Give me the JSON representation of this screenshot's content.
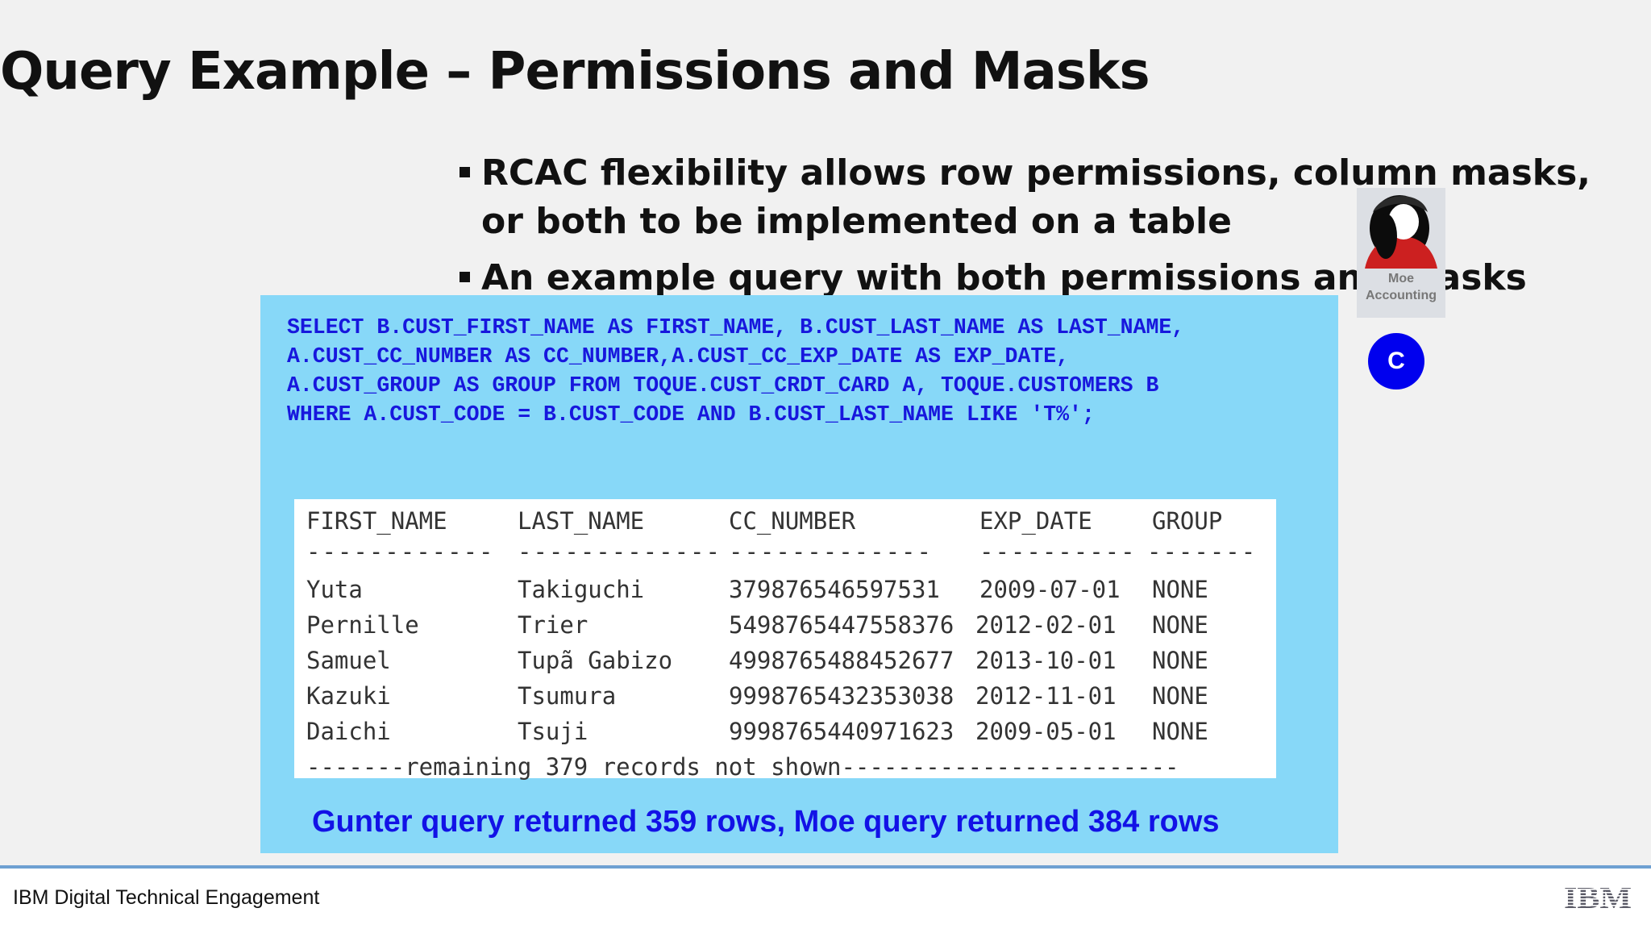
{
  "slide": {
    "title": "Query Example – Permissions and Masks",
    "bullets": [
      "RCAC flexibility allows row permissions, column masks, or both to be implemented on a table",
      "An example query with both permissions and masks"
    ]
  },
  "query": {
    "lines": [
      "SELECT B.CUST_FIRST_NAME AS FIRST_NAME, B.CUST_LAST_NAME AS LAST_NAME,",
      "A.CUST_CC_NUMBER AS CC_NUMBER,A.CUST_CC_EXP_DATE AS EXP_DATE,",
      "A.CUST_GROUP AS GROUP FROM TOQUE.CUST_CRDT_CARD A, TOQUE.CUSTOMERS B",
      "WHERE A.CUST_CODE = B.CUST_CODE AND B.CUST_LAST_NAME LIKE 'T%';"
    ],
    "color": "#1717dd"
  },
  "result": {
    "columns": [
      "FIRST_NAME",
      "LAST_NAME",
      "CC_NUMBER",
      "EXP_DATE",
      "GROUP"
    ],
    "separators": [
      "------------",
      "-------------",
      "-------------",
      "----------",
      "-------"
    ],
    "rows": [
      [
        "Yuta",
        "Takiguchi",
        "379876546597531",
        "2009-07-01",
        "NONE"
      ],
      [
        "Pernille",
        "Trier",
        "5498765447558376",
        "2012-02-01",
        "NONE"
      ],
      [
        "Samuel",
        "Tupã Gabizo",
        "4998765488452677",
        "2013-10-01",
        "NONE"
      ],
      [
        "Kazuki",
        "Tsumura",
        "9998765432353038",
        "2012-11-01",
        "NONE"
      ],
      [
        "Daichi",
        "Tsuji",
        "9998765440971623",
        "2009-05-01",
        "NONE"
      ]
    ],
    "remaining": "-------remaining 379 records not shown------------------------"
  },
  "summary": "Gunter query returned 359 rows, Moe query returned 384 rows",
  "persona": {
    "name": "Moe",
    "department": "Accounting",
    "icon": "user-avatar-icon",
    "badge": "C",
    "badge_color": "#0000ee"
  },
  "footer": {
    "text": "IBM Digital Technical Engagement",
    "logo": "IBM"
  },
  "colors": {
    "panel": "#87d8f8",
    "summary": "#1212e6",
    "footer_rule": "#6ea0d2"
  }
}
